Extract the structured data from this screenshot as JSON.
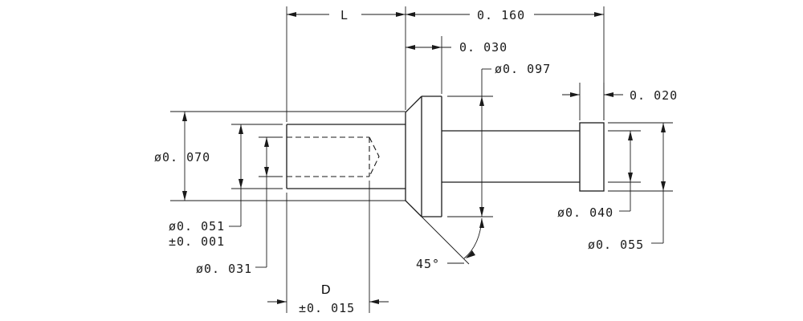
{
  "labels": {
    "length": "L",
    "overall_length": "0. 160",
    "flange_thickness": "0. 030",
    "flange_diameter": "ø0. 097",
    "groove_width": "0. 020",
    "body_diameter": "ø0. 070",
    "bore_diameter": "ø0. 051",
    "bore_tolerance": "±0. 001",
    "inner_diameter": "ø0. 031",
    "chamfer_angle": "45°",
    "depth": "D",
    "depth_tolerance": "±0. 015",
    "groove_diameter": "ø0. 040",
    "tail_diameter": "ø0. 055"
  }
}
